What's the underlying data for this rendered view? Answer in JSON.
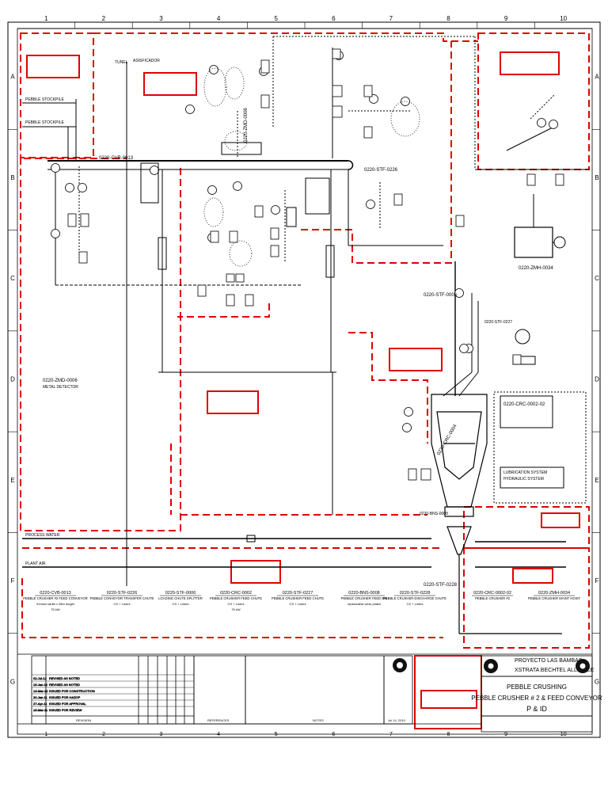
{
  "grid": {
    "columns": [
      "1",
      "2",
      "3",
      "4",
      "5",
      "6",
      "7",
      "8",
      "9",
      "10"
    ],
    "rows": [
      "A",
      "B",
      "C",
      "D",
      "E",
      "F",
      "G"
    ]
  },
  "drawing": {
    "upper_left": {
      "tunnel": "TUNEL",
      "tunnel_dest": "ASISFICADOR"
    },
    "equipment_labels": [
      "0220-CVB-0013",
      "0220-ZMD-0006",
      "0220-STF-0226",
      "0220-STF-0006",
      "0220-STF-0227",
      "0220-ZMH-0034",
      "0220-CRC-0004",
      "0220-CRC-0002-02",
      "0220-BNS-0008",
      "0220-STF-0228",
      "0220-ZMD-0006",
      "METAL DETECTOR"
    ],
    "line_labels": [
      "PEBBLE STOCKPILE",
      "PEBBLE STOCKPILE",
      "PROCESS WATER",
      "PLANT AIR",
      "LUBRICATION SYSTEM",
      "HYDRAULIC SYSTEM"
    ],
    "small_tags": [
      "AE",
      "AIT",
      "YS",
      "XI",
      "XV",
      "HS",
      "M",
      "M",
      "M",
      "M",
      "M",
      "M",
      "M"
    ]
  },
  "bottom_equipment": [
    {
      "tag": "0220-CVB-0013",
      "name": "PEBBLE CRUSHER #2 FEED CONVEYOR",
      "detail": "914mm width x 96m length",
      "extra": "75 kW"
    },
    {
      "tag": "0220-STF-0226",
      "name": "PEBBLE CONVEYOR TRANSFER CHUTE",
      "detail": "CS + Liners",
      "extra": ""
    },
    {
      "tag": "0220-STF-0006",
      "name": "LOADING CHUTE SPLITTER",
      "detail": "CS + Liners",
      "extra": ""
    },
    {
      "tag": "0220-CRC-0002",
      "name": "PEBBLE CRUSHER FEED CHUTE",
      "detail": "CS + Liners",
      "extra": "75 kW"
    },
    {
      "tag": "0220-STF-0227",
      "name": "PEBBLE CRUSHER FEED CHUTE",
      "detail": "CS + Liners",
      "extra": ""
    },
    {
      "tag": "0220-BNS-0008",
      "name": "PEBBLE CRUSHER FEED BIN",
      "detail": "replaceable wear plates",
      "extra": ""
    },
    {
      "tag": "0220-STF-0228",
      "name": "PEBBLE CRUSHER DISCHARGE CHUTE",
      "detail": "CS + Liners",
      "extra": ""
    },
    {
      "tag": "0220-CRC-0002-02",
      "name": "PEBBLE CRUSHER #2",
      "detail": "",
      "extra": ""
    },
    {
      "tag": "0220-ZMH-0034",
      "name": "PEBBLE CRUSHER MAINT HOIST",
      "detail": "",
      "extra": ""
    }
  ],
  "title_block": {
    "project": "PROYECTO LAS BAMBAS",
    "alliance": "XSTRATA BECHTEL ALLIANCE",
    "title1": "PEBBLE CRUSHING",
    "title2": "PEBBLE CRUSHER # 2 & FEED CONVEYOR",
    "title3": "P & ID",
    "revision_labels": [
      "REVISED AS NOTED",
      "REVISED AS NOTED",
      "ISSUED FOR CONSTRUCTION",
      "ISSUED FOR HAZOP",
      "ISSUED FOR APPROVAL",
      "ISSUED FOR REVIEW"
    ],
    "revision_dates": [
      "02-Jul-12",
      "15-Jan-12",
      "13-Mar-12",
      "20-Jan-11",
      "27-Apr-11",
      "18-Mar-11"
    ],
    "rev_header": "REVISION",
    "notes_header": "NOTES",
    "references_header": "REFERENCES",
    "date": "Jul 14, 2010"
  }
}
